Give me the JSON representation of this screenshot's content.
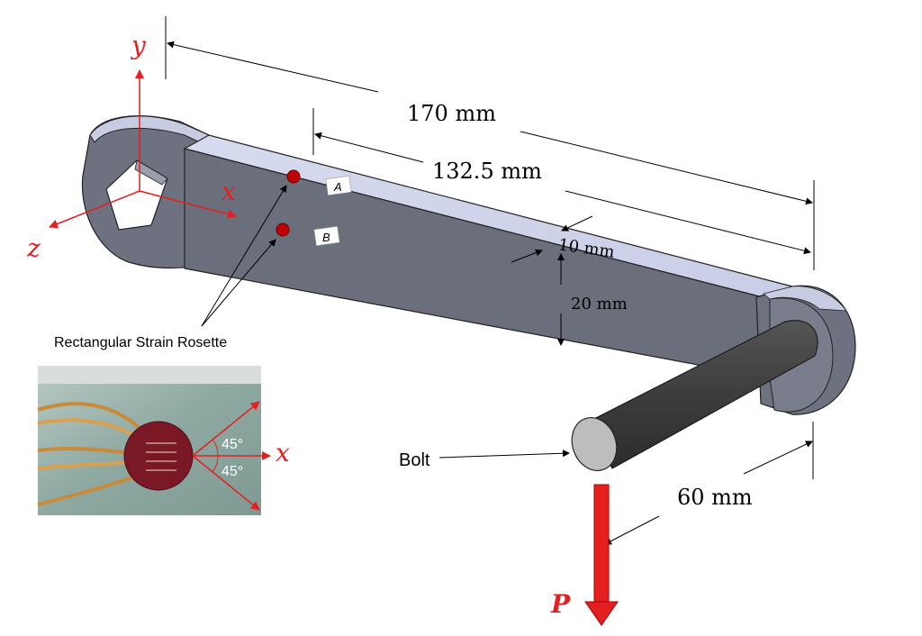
{
  "dimensions": {
    "overall_length": "170 mm",
    "gauge_distance": "132.5 mm",
    "thickness": "10 mm",
    "height": "20 mm",
    "bolt_length": "60 mm"
  },
  "axes": {
    "x": "x",
    "y": "y",
    "z": "z",
    "inset_x": "x"
  },
  "labels": {
    "point_a": "A",
    "point_b": "B",
    "rosette": "Rectangular Strain Rosette",
    "bolt": "Bolt",
    "load": "P"
  },
  "inset": {
    "angle_top": "45°",
    "angle_bottom": "45°"
  },
  "colors": {
    "axis_red": "#e41f1f",
    "arm_side": "#6b6f7c",
    "arm_top": "#cfd3ea",
    "bolt": "#454545",
    "gauge_dot": "#c00000"
  }
}
